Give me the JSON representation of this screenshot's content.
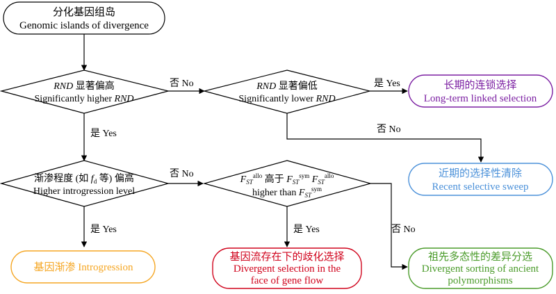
{
  "nodes": {
    "start": {
      "zh": "分化基因组岛",
      "en": "Genomic islands of divergence"
    },
    "rnd_high": {
      "zh_pre": "RND",
      "zh_post": " 显著偏高",
      "en_pre": "Significantly higher ",
      "en_post": "RND"
    },
    "rnd_low": {
      "zh_pre": "RND",
      "zh_post": " 显著偏低",
      "en_pre": "Significantly lower ",
      "en_post": "RND"
    },
    "long_term": {
      "zh": "长期的连锁选择",
      "en": "Long-term linked selection"
    },
    "recent": {
      "zh": "近期的选择性清除",
      "en": "Recent selective sweep"
    },
    "introg_q": {
      "zh_pre": "渐渗程度 (如 ",
      "f": "f",
      "sub": "d",
      "zh_post": " 等) 偏高",
      "en": "Higher introgression level"
    },
    "fst_q": {
      "F": "F",
      "ST": "ST",
      "allo": "allo",
      "sym": "sym",
      "gt_zh": " 高于 ",
      "higher_than": "higher than "
    },
    "introgression": {
      "text": "基因渐渗 Introgression"
    },
    "div_sel": {
      "zh": "基因流存在下的歧化选择",
      "en1": "Divergent selection in the",
      "en2": "face of gene flow"
    },
    "div_sort": {
      "zh": "祖先多态性的差异分选",
      "en1": "Divergent sorting of ancient",
      "en2": "polymorphisms"
    }
  },
  "edges": {
    "no": "否 No",
    "yes": "是 Yes"
  },
  "colors": {
    "long_term": "#7b1fa2",
    "recent": "#4a90d9",
    "introgression": "#f5a623",
    "div_sel": "#d0021b",
    "div_sort": "#4a9b2a",
    "line": "#000000"
  }
}
